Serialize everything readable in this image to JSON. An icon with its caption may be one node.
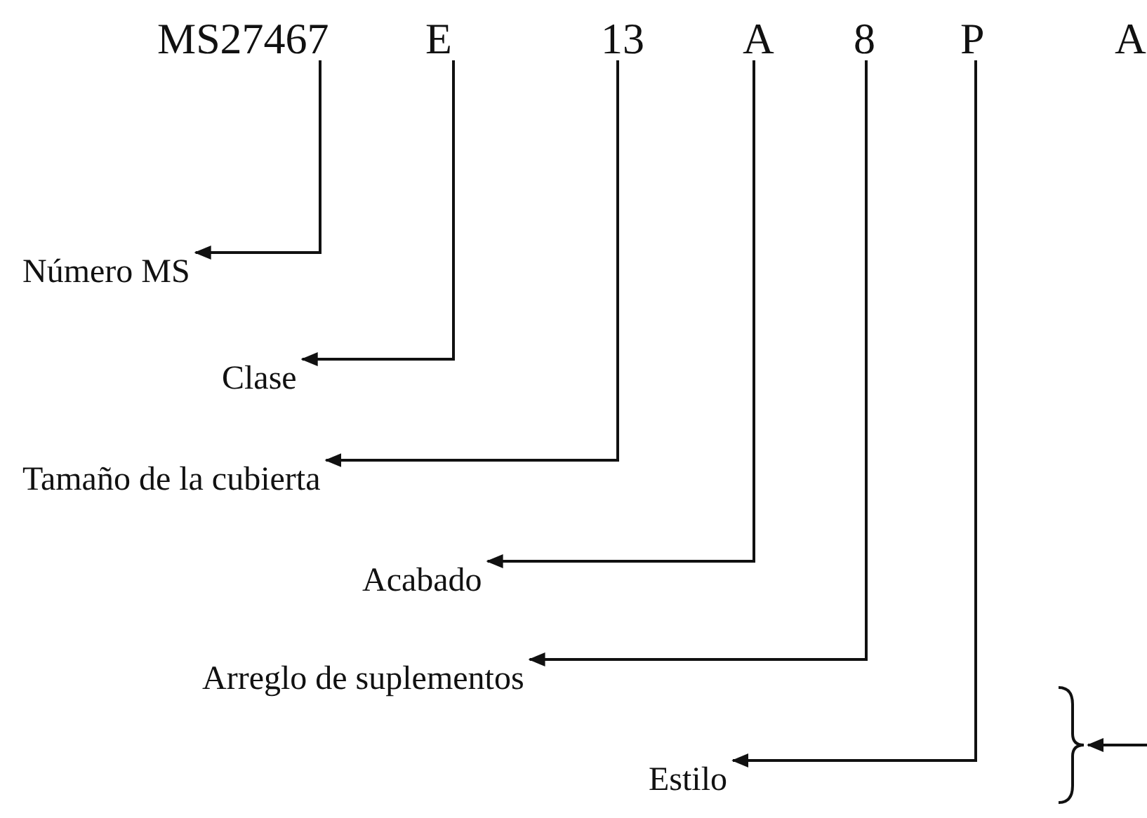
{
  "diagram": {
    "nodes": [
      {
        "text": [
          "MS27467"
        ]
      },
      {
        "text": [
          "E"
        ]
      },
      {
        "text": [
          "13"
        ]
      },
      {
        "text": [
          "A"
        ]
      },
      {
        "text": [
          "8"
        ]
      },
      {
        "text": [
          "P"
        ]
      },
      {
        "text": [
          "A"
        ]
      },
      {
        "text": [
          "Número MS"
        ]
      },
      {
        "text": [
          "Clase"
        ]
      },
      {
        "text": [
          "Tamaño de la cubierta"
        ]
      },
      {
        "text": [
          "Acabado"
        ]
      },
      {
        "text": [
          "Arreglo de suplementos"
        ]
      },
      {
        "text": [
          "Estilo"
        ]
      },
      {
        "text": [],
        "shape": "brace"
      }
    ],
    "edges": [
      {
        "from": 0,
        "to": 7,
        "arrow": "to"
      },
      {
        "from": 1,
        "to": 8,
        "arrow": "to"
      },
      {
        "from": 2,
        "to": 9,
        "arrow": "to"
      },
      {
        "from": 3,
        "to": 10,
        "arrow": "to"
      },
      {
        "from": 4,
        "to": 11,
        "arrow": "to"
      },
      {
        "from": 5,
        "to": 12,
        "arrow": "to"
      },
      {
        "from": null,
        "to": 13,
        "arrow": "to"
      }
    ]
  }
}
